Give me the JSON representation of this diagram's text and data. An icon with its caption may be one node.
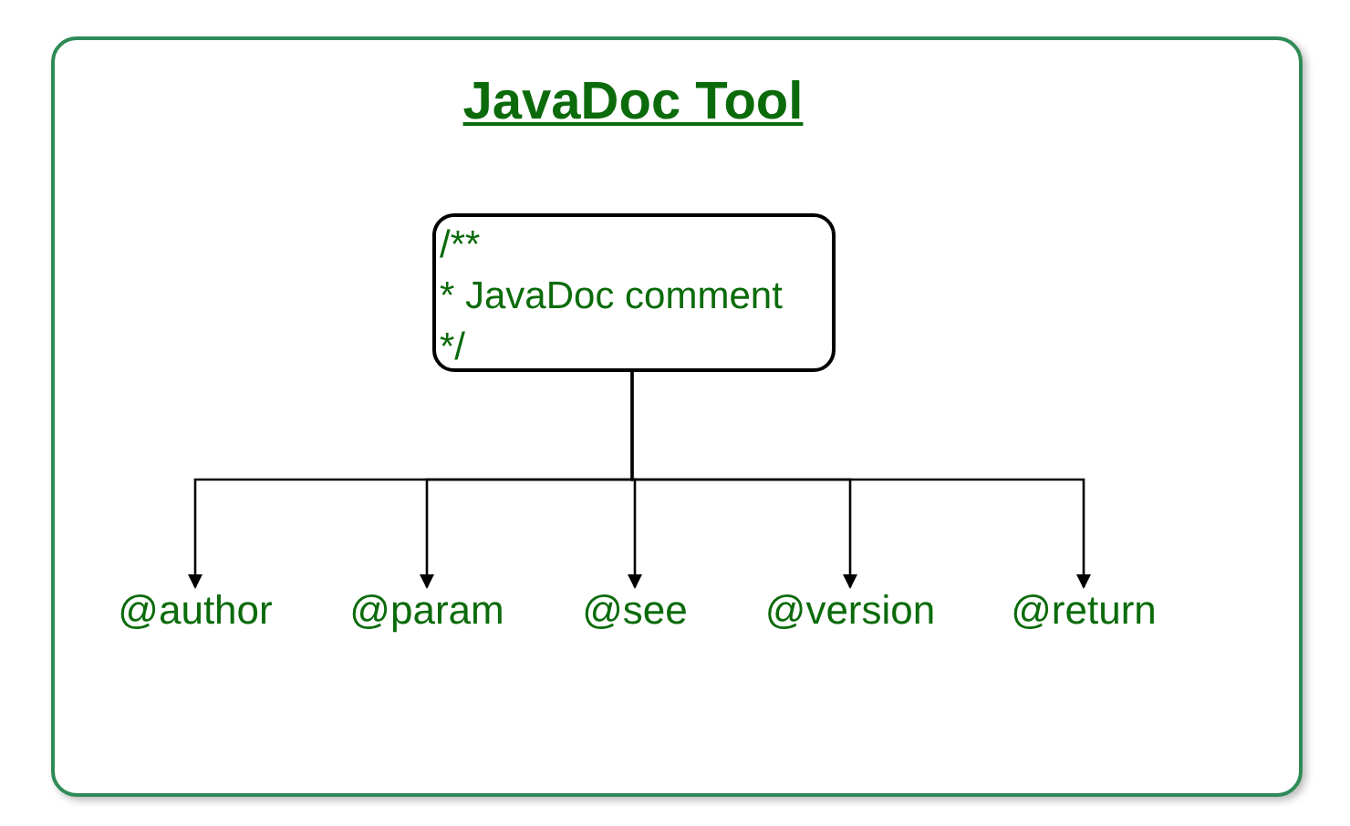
{
  "diagram": {
    "title": "JavaDoc Tool",
    "nodes": [
      {
        "text": [
          "/**",
          "* JavaDoc comment",
          "*/"
        ]
      },
      {
        "text": [
          "@author"
        ]
      },
      {
        "text": [
          "@param"
        ]
      },
      {
        "text": [
          "@see"
        ]
      },
      {
        "text": [
          "@version"
        ]
      },
      {
        "text": [
          "@return"
        ]
      }
    ],
    "edges": [
      {
        "from": 0,
        "to": 1,
        "arrow": "to"
      },
      {
        "from": 0,
        "to": 2,
        "arrow": "to"
      },
      {
        "from": 0,
        "to": 3,
        "arrow": "to"
      },
      {
        "from": 0,
        "to": 4,
        "arrow": "to"
      },
      {
        "from": 0,
        "to": 5,
        "arrow": "to"
      }
    ]
  }
}
